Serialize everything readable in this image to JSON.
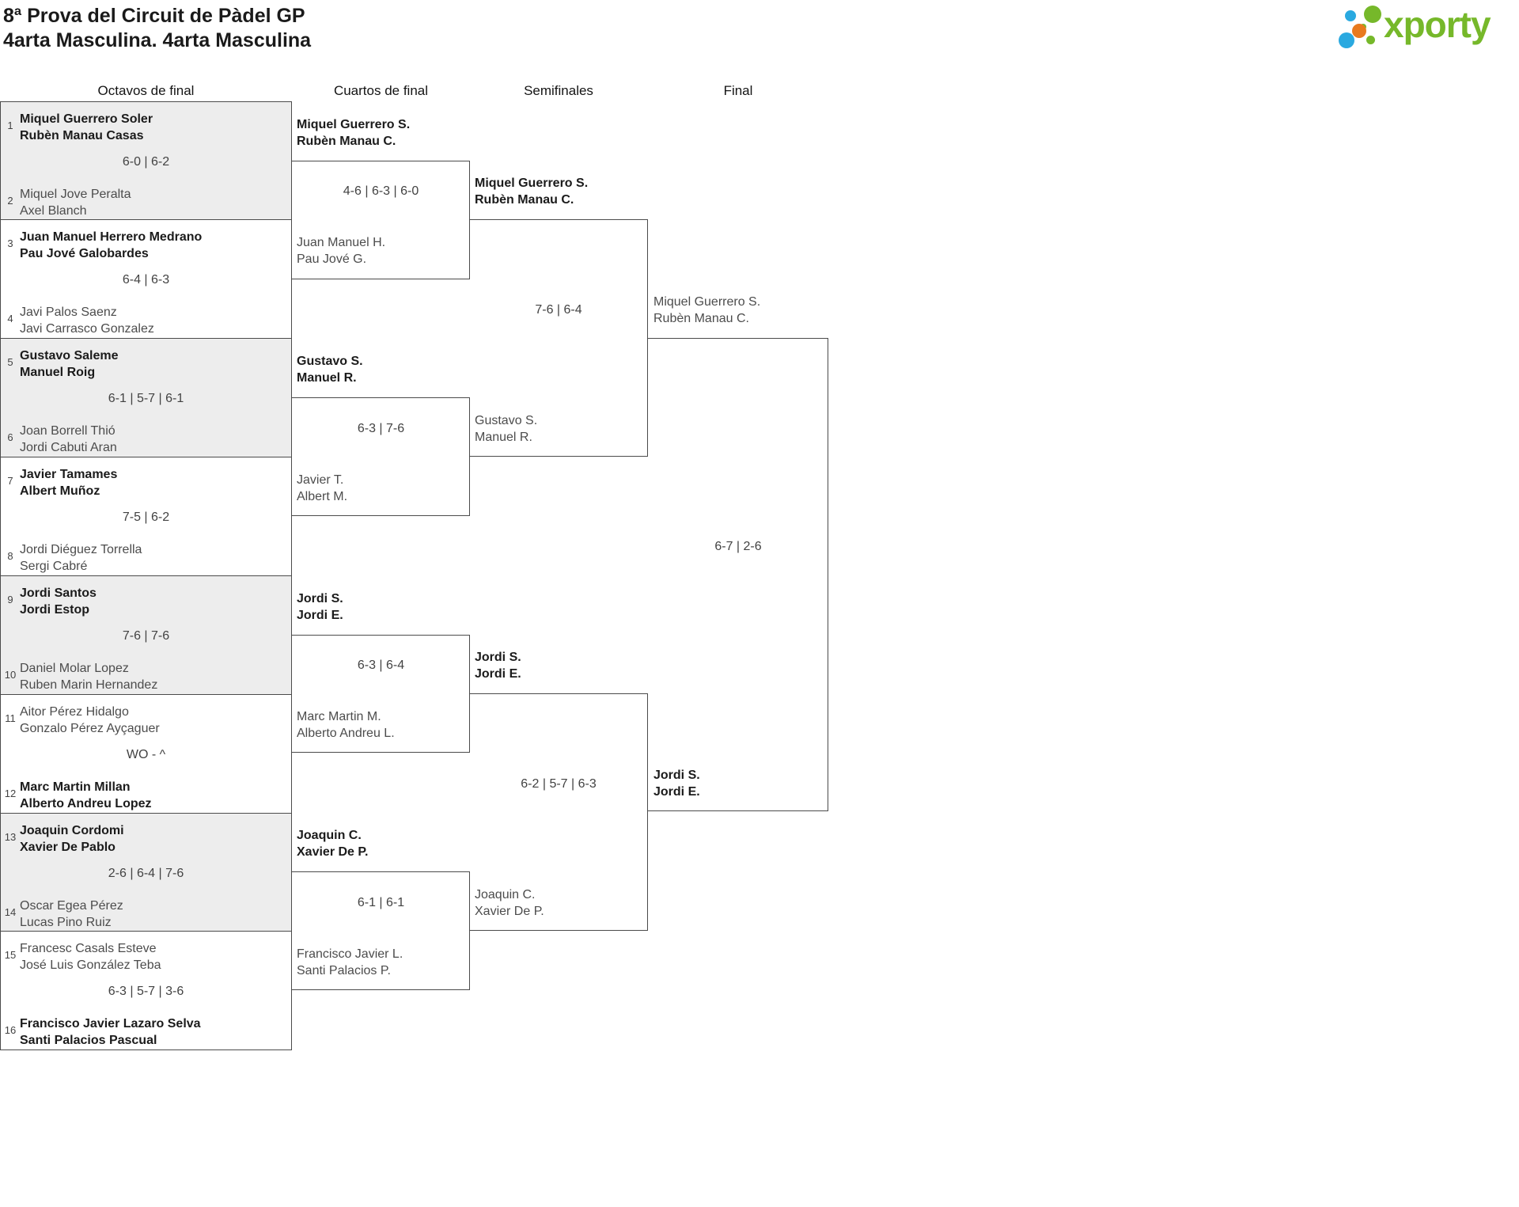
{
  "header": {
    "title_line1": "8ª Prova del Circuit de Pàdel GP",
    "title_line2": "4arta Masculina. 4arta Masculina",
    "logo_text": "xporty",
    "logo_colors": {
      "green": "#76b82a",
      "blue": "#2aa9e0",
      "orange": "#e87a1e"
    }
  },
  "rounds": {
    "octavos_label": "Octavos de final",
    "cuartos_label": "Cuartos de final",
    "semifinales_label": "Semifinales",
    "final_label": "Final"
  },
  "colors": {
    "box_border": "#4b4b4b",
    "box_fill_alt": "#ededed",
    "winner_text": "#1b1b1b",
    "loser_text": "#4c4c4c"
  },
  "bracket": {
    "octavos": {
      "matches": [
        {
          "team1": {
            "seed": "1",
            "player1": "Miquel Guerrero Soler",
            "player2": "Rubèn Manau Casas",
            "winner": true
          },
          "score": "6-0 | 6-2",
          "team2": {
            "seed": "2",
            "player1": "Miquel Jove Peralta",
            "player2": "Axel Blanch",
            "winner": false
          }
        },
        {
          "team1": {
            "seed": "3",
            "player1": "Juan Manuel Herrero Medrano",
            "player2": "Pau Jové Galobardes",
            "winner": true
          },
          "score": "6-4 | 6-3",
          "team2": {
            "seed": "4",
            "player1": "Javi Palos Saenz",
            "player2": "Javi Carrasco Gonzalez",
            "winner": false
          }
        },
        {
          "team1": {
            "seed": "5",
            "player1": "Gustavo Saleme",
            "player2": "Manuel Roig",
            "winner": true
          },
          "score": "6-1 | 5-7 | 6-1",
          "team2": {
            "seed": "6",
            "player1": "Joan Borrell Thió",
            "player2": "Jordi Cabuti Aran",
            "winner": false
          }
        },
        {
          "team1": {
            "seed": "7",
            "player1": "Javier Tamames",
            "player2": "Albert Muñoz",
            "winner": true
          },
          "score": "7-5 | 6-2",
          "team2": {
            "seed": "8",
            "player1": "Jordi Diéguez Torrella",
            "player2": "Sergi Cabré",
            "winner": false
          }
        },
        {
          "team1": {
            "seed": "9",
            "player1": "Jordi Santos",
            "player2": "Jordi Estop",
            "winner": true
          },
          "score": "7-6 | 7-6",
          "team2": {
            "seed": "10",
            "player1": "Daniel Molar Lopez",
            "player2": "Ruben Marin Hernandez",
            "winner": false
          }
        },
        {
          "team1": {
            "seed": "11",
            "player1": "Aitor Pérez Hidalgo",
            "player2": "Gonzalo Pérez Ayçaguer",
            "winner": false
          },
          "score": "WO - ^",
          "team2": {
            "seed": "12",
            "player1": "Marc Martin Millan",
            "player2": "Alberto Andreu Lopez",
            "winner": true
          }
        },
        {
          "team1": {
            "seed": "13",
            "player1": "Joaquin Cordomi",
            "player2": "Xavier De Pablo",
            "winner": true
          },
          "score": "2-6 | 6-4 | 7-6",
          "team2": {
            "seed": "14",
            "player1": "Oscar Egea Pérez",
            "player2": "Lucas Pino Ruiz",
            "winner": false
          }
        },
        {
          "team1": {
            "seed": "15",
            "player1": "Francesc Casals Esteve",
            "player2": "José Luis González Teba",
            "winner": false
          },
          "score": "6-3 | 5-7 | 3-6",
          "team2": {
            "seed": "16",
            "player1": "Francisco Javier Lazaro Selva",
            "player2": "Santi Palacios Pascual",
            "winner": true
          }
        }
      ]
    },
    "cuartos": {
      "matches": [
        {
          "team1": {
            "player1": "Miquel Guerrero S.",
            "player2": "Rubèn Manau C.",
            "winner": true
          },
          "score": "4-6 | 6-3 | 6-0",
          "team2": {
            "player1": "Juan Manuel H.",
            "player2": "Pau Jové G.",
            "winner": false
          }
        },
        {
          "team1": {
            "player1": "Gustavo S.",
            "player2": "Manuel R.",
            "winner": true
          },
          "score": "6-3 | 7-6",
          "team2": {
            "player1": "Javier T.",
            "player2": "Albert M.",
            "winner": false
          }
        },
        {
          "team1": {
            "player1": "Jordi S.",
            "player2": "Jordi E.",
            "winner": true
          },
          "score": "6-3 | 6-4",
          "team2": {
            "player1": "Marc Martin M.",
            "player2": "Alberto Andreu L.",
            "winner": false
          }
        },
        {
          "team1": {
            "player1": "Joaquin C.",
            "player2": "Xavier De P.",
            "winner": true
          },
          "score": "6-1 | 6-1",
          "team2": {
            "player1": "Francisco Javier L.",
            "player2": "Santi Palacios P.",
            "winner": false
          }
        }
      ]
    },
    "semifinales": {
      "matches": [
        {
          "team1": {
            "player1": "Miquel Guerrero S.",
            "player2": "Rubèn Manau C.",
            "winner": true
          },
          "score": "7-6 | 6-4",
          "team2": {
            "player1": "Gustavo S.",
            "player2": "Manuel R.",
            "winner": false
          }
        },
        {
          "team1": {
            "player1": "Jordi S.",
            "player2": "Jordi E.",
            "winner": true
          },
          "score": "6-2 | 5-7 | 6-3",
          "team2": {
            "player1": "Joaquin C.",
            "player2": "Xavier De P.",
            "winner": false
          }
        }
      ]
    },
    "final": {
      "matches": [
        {
          "team1": {
            "player1": "Miquel Guerrero S.",
            "player2": "Rubèn Manau C.",
            "winner": false
          },
          "score": "6-7 | 2-6",
          "team2": {
            "player1": "Jordi S.",
            "player2": "Jordi E.",
            "winner": true
          }
        }
      ]
    }
  }
}
